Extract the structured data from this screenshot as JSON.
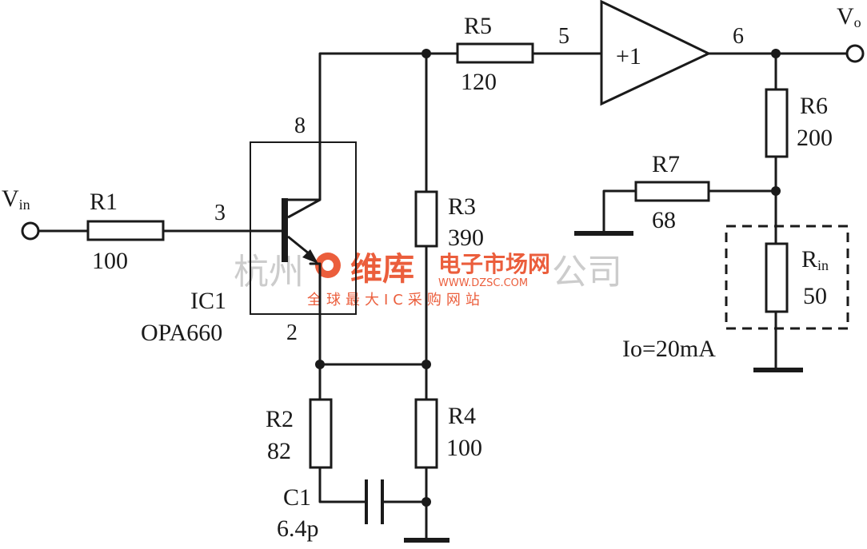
{
  "components": {
    "vin": {
      "label": "V",
      "sub": "in"
    },
    "vo": {
      "label": "V",
      "sub": "o"
    },
    "r1": {
      "name": "R1",
      "value": "100"
    },
    "r2": {
      "name": "R2",
      "value": "82"
    },
    "r3": {
      "name": "R3",
      "value": "390"
    },
    "r4": {
      "name": "R4",
      "value": "100"
    },
    "r5": {
      "name": "R5",
      "value": "120"
    },
    "r6": {
      "name": "R6",
      "value": "200"
    },
    "r7": {
      "name": "R7",
      "value": "68"
    },
    "rin": {
      "name": "R",
      "sub": "in",
      "value": "50"
    },
    "c1": {
      "name": "C1",
      "value": "6.4p"
    },
    "ic1": {
      "name": "IC1",
      "part": "OPA660"
    },
    "buffer": {
      "gain": "+1"
    },
    "io": "Io=20mA"
  },
  "pins": {
    "p8": "8",
    "p3": "3",
    "p2": "2",
    "p5": "5",
    "p6": "6"
  },
  "watermark": {
    "left_text": "杭州",
    "brand": "维库",
    "site_name": "电子市场网",
    "url": "WWW.DZSC.COM",
    "slogan": "全球最大IC采购网站",
    "right_text": "公司",
    "brand_color": "#e8421b"
  }
}
